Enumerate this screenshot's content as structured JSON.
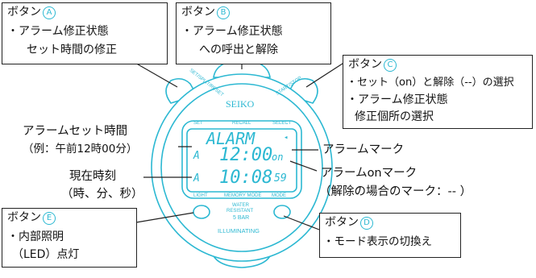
{
  "button_a": {
    "title": "ボタン",
    "letter": "A",
    "lines": [
      "・アラーム修正状態",
      "セット時間の修正"
    ]
  },
  "button_b": {
    "title": "ボタン",
    "letter": "B",
    "lines": [
      "・アラーム修正状態",
      "への呼出と解除"
    ]
  },
  "button_c": {
    "title": "ボタン",
    "letter": "C",
    "lines": [
      "・セット（on）と解除（--）の選択",
      "・アラーム修正状態",
      "修正個所の選択"
    ]
  },
  "button_e": {
    "title": "ボタン",
    "letter": "E",
    "lines": [
      "・内部照明",
      "（LED）点灯"
    ]
  },
  "button_d": {
    "title": "ボタン",
    "letter": "D",
    "lines": [
      "・モード表示の切換え"
    ]
  },
  "left_labels": {
    "alarm_set_time": "アラームセット時間",
    "alarm_set_time_example": "（例：午前12時00分）",
    "current_time": "現在時刻",
    "current_time_units": "（時、分、秒）"
  },
  "right_labels": {
    "alarm_mark": "アラームマーク",
    "alarm_on_mark": "アラームonマーク",
    "alarm_on_mark_note": "（解除の場合のマーク：-- ）"
  },
  "watch": {
    "brand": "SEIKO",
    "top_left_text": "SET/SPLIT/RESET",
    "top_right_text": "START/STOP",
    "lcd_top": [
      "SET",
      "RECALL",
      "SELECT"
    ],
    "lcd_bottom": [
      "LIGHT",
      "MEMORY MODE",
      "MODE"
    ],
    "alarm_word": "ALARM",
    "alarm_prefix": "A",
    "alarm_time": "12:00",
    "alarm_on": "on",
    "now_prefix": "A",
    "now_time": "10:08",
    "now_seconds": "59",
    "water": [
      "WATER",
      "RESISTANT",
      "5 BAR"
    ],
    "illuminating": "ILLUMINATING"
  }
}
